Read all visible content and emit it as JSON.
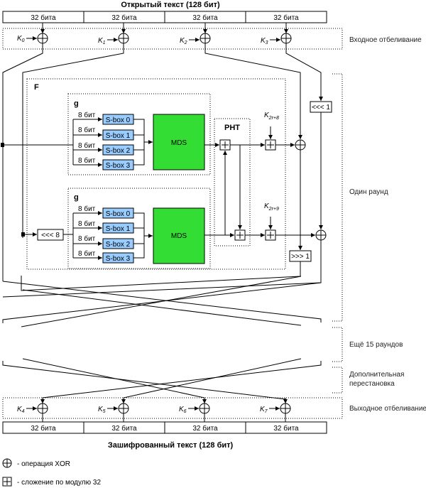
{
  "title_top": "Открытый текст (128 бит)",
  "title_bottom": "Зашифрованный текст (128 бит)",
  "input_words": [
    "32 бита",
    "32 бита",
    "32 бита",
    "32 бита"
  ],
  "output_words": [
    "32 бита",
    "32 бита",
    "32 бита",
    "32 бита"
  ],
  "input_keys": [
    {
      "base": "K",
      "sub": "0"
    },
    {
      "base": "K",
      "sub": "1"
    },
    {
      "base": "K",
      "sub": "2"
    },
    {
      "base": "K",
      "sub": "3"
    }
  ],
  "output_keys": [
    {
      "base": "K",
      "sub": "4"
    },
    {
      "base": "K",
      "sub": "5"
    },
    {
      "base": "K",
      "sub": "6"
    },
    {
      "base": "K",
      "sub": "7"
    }
  ],
  "round_keys": [
    {
      "base": "K",
      "sub": "2r+8"
    },
    {
      "base": "K",
      "sub": "2r+9"
    }
  ],
  "blocks": {
    "f_label": "F",
    "g_label": "g",
    "pht_label": "PHT",
    "mds_label": "MDS",
    "sboxes": [
      "S-box 0",
      "S-box 1",
      "S-box 2",
      "S-box 3"
    ],
    "byte_label": "8 бит",
    "rot8": "<<< 8",
    "rotl1": "<<< 1",
    "rotr1": ">>> 1"
  },
  "side_labels": {
    "input_whitening": "Входное отбеливание",
    "one_round": "Один раунд",
    "more_rounds": "Ещё 15 раундов",
    "extra_swap_1": "Дополнительная",
    "extra_swap_2": "перестановка",
    "output_whitening": "Выходное отбеливание"
  },
  "legend": {
    "xor": "- операция XOR",
    "add": "- сложение по модулю 32"
  },
  "colors": {
    "sbox": "#99ccff",
    "mds": "#33dd33"
  }
}
